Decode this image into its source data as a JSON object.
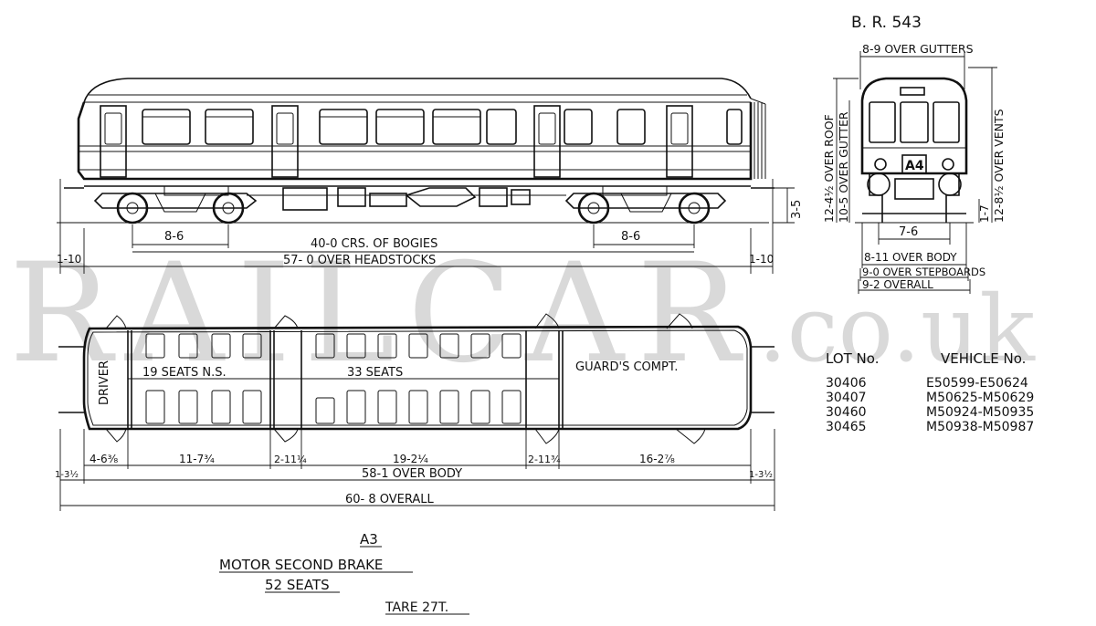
{
  "title": "B. R. 543",
  "watermark": {
    "left": "RAILCAR",
    "right": ".co.uk"
  },
  "side_elevation": {
    "dims": {
      "end_left": "1-10",
      "end_right": "1-10",
      "bogie_wheelbase_left": "8-6",
      "bogie_wheelbase_right": "8-6",
      "bogie_centres": "40-0 CRS. OF BOGIES",
      "headstocks": "57- 0 OVER HEADSTOCKS",
      "floor_height": "3-5"
    }
  },
  "end_elevation": {
    "headcode": "A4",
    "dims": {
      "gutters": "8-9 OVER GUTTERS",
      "roof": "12-4¹⁄₂ OVER ROOF",
      "gutter": "10-5 OVER GUTTER",
      "vents": "12-8¹⁄₂ OVER VENTS",
      "buffer_spacing": "7-6",
      "step_height": "1-7",
      "body": "8-11 OVER BODY",
      "stepboards": "9-0 OVER STEPBOARDS",
      "overall": "9-2 OVERALL"
    }
  },
  "plan": {
    "labels": {
      "driver": "DRIVER",
      "seats_ns": "19 SEATS N.S.",
      "seats": "33 SEATS",
      "guards": "GUARD'S COMPT."
    },
    "dims": {
      "d1": "4-6³⁄₈",
      "d2": "11-7³⁄₄",
      "d3": "2-11¹⁄₄",
      "d4": "19-2¹⁄₄",
      "d5": "2-11³⁄₄",
      "d6": "16-2⁷⁄₈",
      "end_left": "1-3¹⁄₂",
      "end_right": "1-3¹⁄₂",
      "body": "58-1 OVER BODY",
      "overall": "60- 8 OVERALL"
    }
  },
  "lot_table": {
    "header_lot": "LOT No.",
    "header_vehicle": "VEHICLE No.",
    "rows": [
      {
        "lot": "30406",
        "vehicle": "E50599-E50624"
      },
      {
        "lot": "30407",
        "vehicle": "M50625-M50629"
      },
      {
        "lot": "30460",
        "vehicle": "M50924-M50935"
      },
      {
        "lot": "30465",
        "vehicle": "M50938-M50987"
      }
    ]
  },
  "caption": {
    "code": "A3",
    "type": "MOTOR SECOND BRAKE",
    "seats": "52 SEATS",
    "tare": "TARE 27T."
  }
}
